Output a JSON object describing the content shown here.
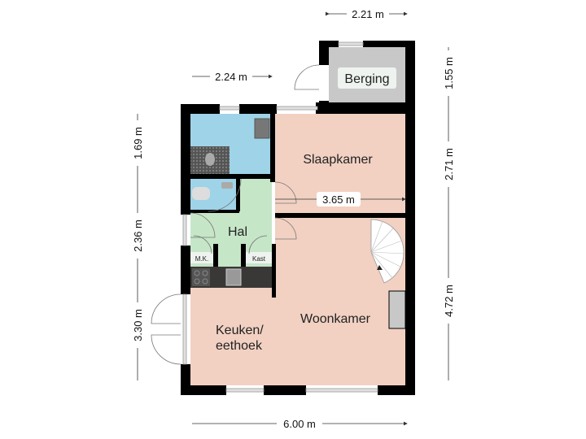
{
  "colors": {
    "wall": "#000000",
    "bedroom_living": "#f2d1c2",
    "bathroom": "#9fd3e8",
    "hallway": "#c6e6c8",
    "storage": "#c8c8c8",
    "kitchen_counter": "#3a3836",
    "window": "#d8d8d8",
    "label_bg": "#eef3ef",
    "dim_line": "#333333"
  },
  "rooms": {
    "berging": "Berging",
    "slaapkamer": "Slaapkamer",
    "hal": "Hal",
    "woonkamer": "Woonkamer",
    "keuken_line1": "Keuken/",
    "keuken_line2": "eethoek",
    "mk": "M.K.",
    "kast": "Kast"
  },
  "dimensions": {
    "top_berging_width": "2.21 m",
    "top_bath_width": "2.24 m",
    "left_bath_height": "1.69 m",
    "left_hal_height": "2.36 m",
    "left_kitchen_height": "3.30 m",
    "right_berging_height": "1.55 m",
    "right_bedroom_height": "2.71 m",
    "right_living_height": "4.72 m",
    "bedroom_width": "3.65 m",
    "bottom_total_width": "6.00 m"
  }
}
